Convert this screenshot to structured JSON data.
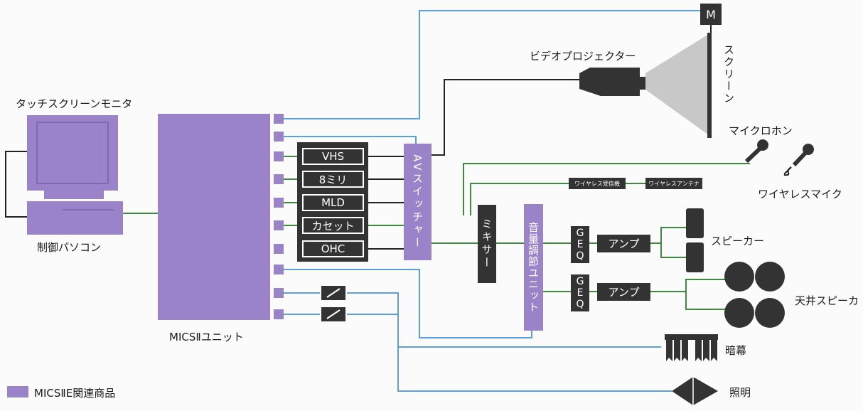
{
  "labels": {
    "touch_monitor": "タッチスクリーンモニタ",
    "control_pc": "制御パソコン",
    "mics_unit": "MICSⅡユニット",
    "legend": "MICSⅡE関連商品",
    "projector": "ビデオプロジェクター",
    "screen": "スクリーン",
    "motor": "M",
    "av_switcher": "AVスイッチャー",
    "mixer": "ミキサー",
    "volume_unit": "音量調節ユニット",
    "geq_1": "GEQ",
    "geq_2": "GEQ",
    "amp_1": "アンプ",
    "amp_2": "アンプ",
    "wireless_receiver": "ワイヤレス受信機",
    "wireless_antenna": "ワイヤレスアンテナ",
    "microphone": "マイクロホン",
    "wireless_mic": "ワイヤレスマイク",
    "speaker": "スピーカー",
    "ceiling_speaker": "天井スピーカ",
    "blackout": "暗幕",
    "lighting": "照明"
  },
  "sources": [
    "VHS",
    "8ミリ",
    "MLD",
    "カセット",
    "OHC"
  ],
  "colors": {
    "mics_product": "#9b83c9",
    "control_line": "#5b9fe0",
    "audio_line": "#3d8c3d",
    "video_line": "#222222",
    "device": "#333333"
  }
}
